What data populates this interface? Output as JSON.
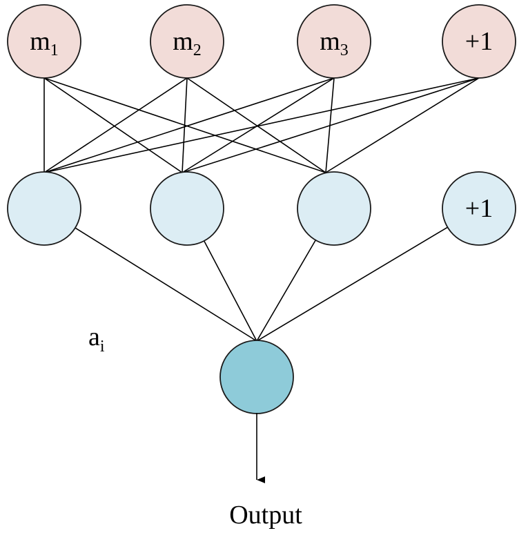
{
  "colors": {
    "input_fill": "#f2dcd8",
    "hidden_fill": "#dcedf4",
    "output_fill": "#8ecbd9",
    "line": "#000000"
  },
  "input_layer": {
    "nodes": [
      {
        "main": "m",
        "sub": "1"
      },
      {
        "main": "m",
        "sub": "2"
      },
      {
        "main": "m",
        "sub": "3"
      },
      {
        "main": "+1",
        "sub": ""
      }
    ]
  },
  "hidden_layer": {
    "nodes": [
      {
        "main": "",
        "sub": ""
      },
      {
        "main": "",
        "sub": ""
      },
      {
        "main": "",
        "sub": ""
      },
      {
        "main": "+1",
        "sub": ""
      }
    ]
  },
  "output_layer": {
    "nodes": [
      {
        "main": "",
        "sub": ""
      }
    ]
  },
  "weight_label": {
    "main": "a",
    "sub": "i"
  },
  "output_label": "Output",
  "connections": {
    "input_to_hidden": "fully connected (all 4 input nodes to the 3 non-bias hidden nodes)",
    "hidden_to_output": "all 4 hidden nodes to the output node"
  }
}
